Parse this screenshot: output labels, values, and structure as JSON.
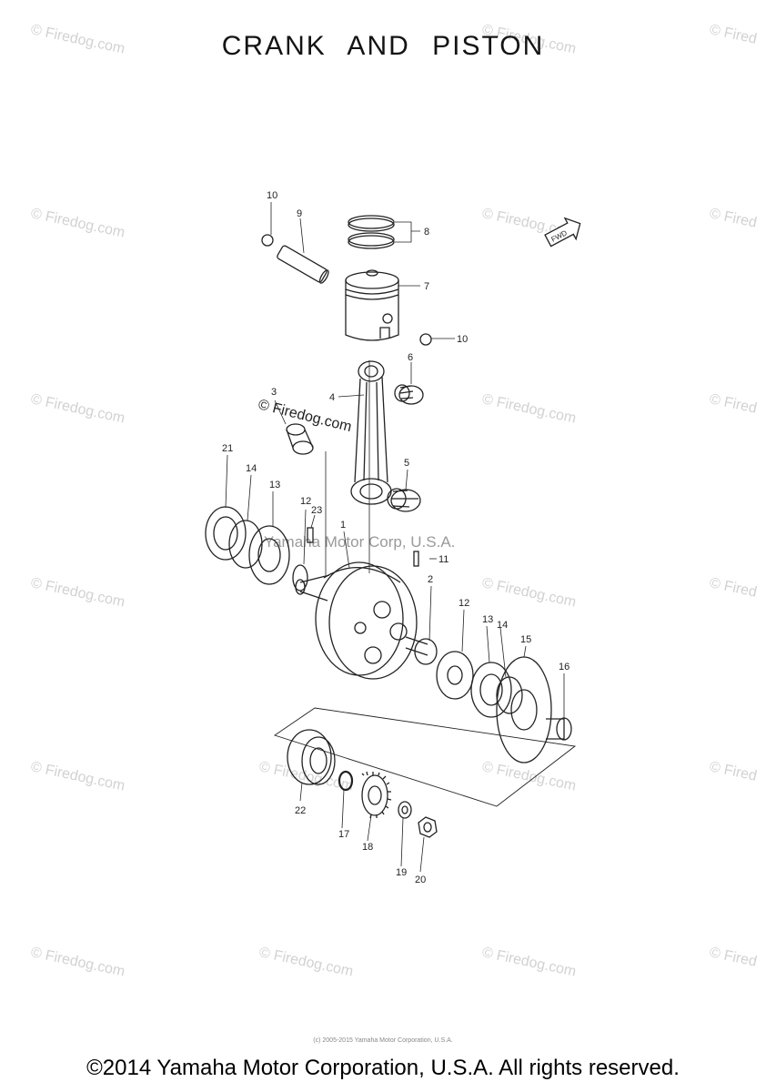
{
  "title": "CRANK  AND  PISTON",
  "watermark": "© Firedog.com",
  "watermark_partial": "© Fired",
  "center_watermark": "© Firedog.com",
  "yamaha_watermark": "Yamaha Motor Corp, U.S.A.",
  "fwd_label": "FWD",
  "small_copyright": "(c) 2005-2015 Yamaha Motor Corporation, U.S.A.",
  "footer": "©2014 Yamaha Motor Corporation, U.S.A. All rights reserved.",
  "callouts": {
    "c1": "1",
    "c2": "2",
    "c3": "3",
    "c4": "4",
    "c5": "5",
    "c6": "6",
    "c7": "7",
    "c8": "8",
    "c9": "9",
    "c10a": "10",
    "c10b": "10",
    "c11": "11",
    "c12a": "12",
    "c12b": "12",
    "c13a": "13",
    "c13b": "13",
    "c14a": "14",
    "c14b": "14",
    "c15": "15",
    "c16": "16",
    "c17": "17",
    "c18": "18",
    "c19": "19",
    "c20": "20",
    "c21": "21",
    "c22": "22",
    "c23": "23"
  },
  "colors": {
    "ink": "#222222",
    "watermark": "#d2d2d2",
    "background": "#ffffff"
  }
}
